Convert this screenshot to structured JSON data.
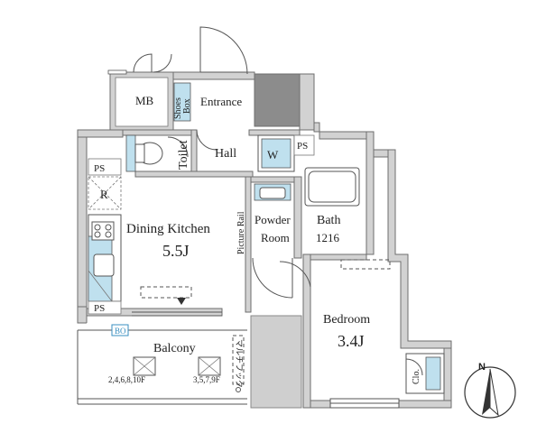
{
  "rooms": {
    "mb": "MB",
    "shoes_box_1": "Shoes",
    "shoes_box_2": "Box",
    "entrance": "Entrance",
    "toilet": "Toilet",
    "hall": "Hall",
    "washer": "W",
    "ps_top": "PS",
    "ps_left_top": "PS",
    "ps_left_bottom": "PS",
    "refrigerator": "R",
    "dining_kitchen": "Dining Kitchen",
    "dining_kitchen_size": "5.5J",
    "picture_rail": "Picture Rail",
    "powder_room_1": "Powder",
    "powder_room_2": "Room",
    "bath": "Bath",
    "bath_size": "1216",
    "bedroom": "Bedroom",
    "bedroom_size": "3.4J",
    "closet": "Clo.",
    "balcony": "Balcony",
    "balcony_note_left": "2,4,6,8,10F",
    "balcony_note_right": "3,5,7,9F",
    "multi_hook": "マルチフック",
    "bo_tag": "BO",
    "compass": "N"
  },
  "colors": {
    "wall": "#d2d2d2",
    "pillar": "#8c8c8c",
    "fixture_blue": "#bfe0ee",
    "bo_tag": "#3a8fc0"
  }
}
